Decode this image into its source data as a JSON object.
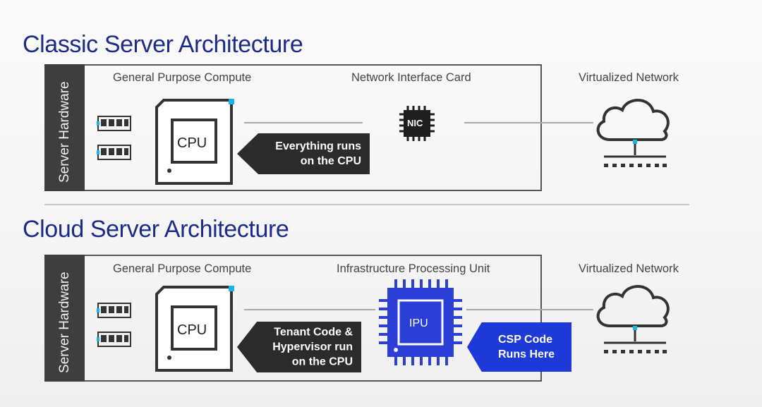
{
  "classic": {
    "title": "Classic Server Architecture",
    "side_label": "Server Hardware",
    "gpc_header": "General Purpose Compute",
    "nic_header": "Network Interface Card",
    "vn_header": "Virtualized Network",
    "cpu_label": "CPU",
    "nic_label": "NIC",
    "callout": "Everything runs\non the CPU"
  },
  "cloud": {
    "title": "Cloud Server Architecture",
    "side_label": "Server Hardware",
    "gpc_header": "General Purpose Compute",
    "ipu_header": "Infrastructure Processing Unit",
    "vn_header": "Virtualized Network",
    "cpu_label": "CPU",
    "ipu_label": "IPU",
    "callout_cpu": "Tenant Code &\nHypervisor run\non the CPU",
    "callout_ipu": "CSP Code\nRuns Here"
  },
  "colors": {
    "title": "#1b2b86",
    "accent_cyan": "#19b5e8",
    "ipu_blue": "#2b3fd6",
    "callout_dark": "#2b2b2b",
    "callout_blue": "#1d3ad8"
  },
  "icons": [
    "memory-module-icon",
    "cpu-chip-icon",
    "nic-chip-icon",
    "ipu-chip-icon",
    "cloud-network-icon"
  ]
}
